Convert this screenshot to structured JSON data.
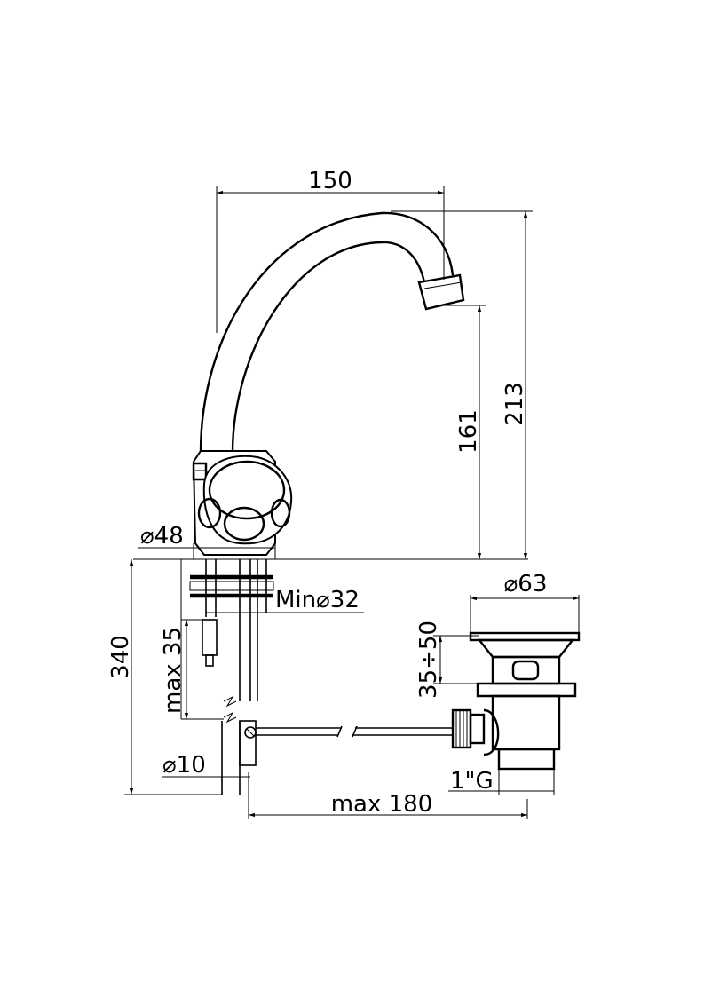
{
  "dimensions": {
    "width_top": "150",
    "total_height": "213",
    "spout_height": "161",
    "base_diameter": "⌀48",
    "hole_diameter": "Min⌀32",
    "below_height": "340",
    "deck_thickness": "max 35",
    "supply_diameter": "⌀10",
    "waste_diameter": "⌀63",
    "waste_adjust": "35÷50",
    "waste_thread": "1\"G",
    "rod_length": "max 180"
  }
}
